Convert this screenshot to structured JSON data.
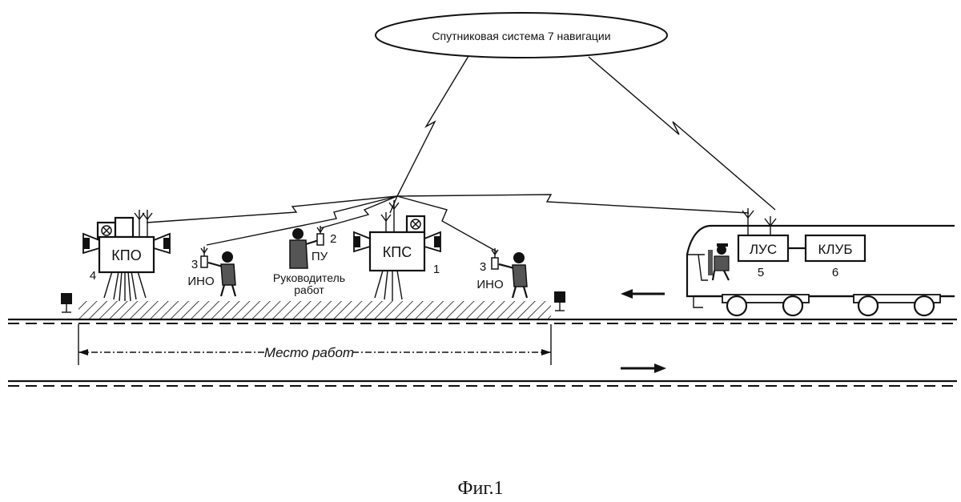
{
  "satellite_label": "Спутниковая система 7 навигации",
  "kpo": {
    "label": "КПО",
    "number": "4"
  },
  "kps": {
    "label": "КПС",
    "number": "1"
  },
  "ino_left": {
    "number": "3",
    "label": "ИНО"
  },
  "ino_right": {
    "number": "3",
    "label": "ИНО"
  },
  "pu": {
    "number": "2",
    "label": "ПУ"
  },
  "manager": {
    "line1": "Руководитель",
    "line2": "работ"
  },
  "lus": {
    "label": "ЛУС",
    "number": "5"
  },
  "klub": {
    "label": "КЛУБ",
    "number": "6"
  },
  "work_zone_label": "Место работ",
  "caption": "Фиг.1"
}
